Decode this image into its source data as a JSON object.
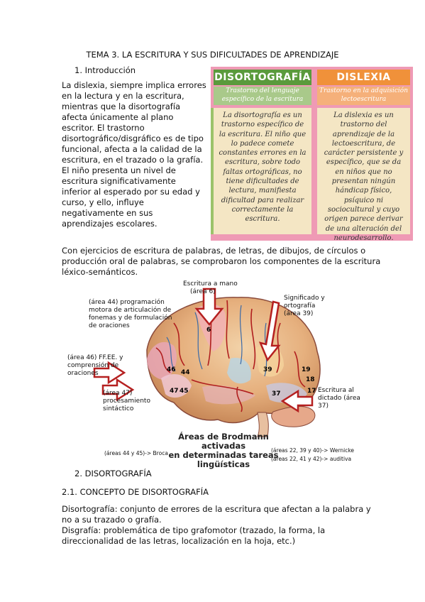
{
  "title": "TEMA 3. LA ESCRITURA Y SUS DIFICULTADES DE APRENDIZAJE",
  "section1": "1.  Introducción",
  "intro": "La dislexia, siempre implica errores en la lectura y en la escritura, mientras que la disortografía afecta únicamente al plano escritor. El trastorno disortográfico/disgráfico es de tipo funcional, afecta a la calidad de la escritura, en el trazado o la grafía. El niño presenta un nivel de escritura significativamente inferior al esperado por su edad y curso, y ello, influye negativamente en sus aprendizajes escolares.",
  "card": {
    "left_title": "DISORTOGRAFÍA",
    "left_sub": "Trastorno del lenguaje específico de la escritura",
    "left_body": "La disortografía es un trastorno específico de la escritura. El niño que lo padece comete constantes errores en la escritura, sobre todo faltas ortográficas, no tiene dificultades de lectura, manifiesta dificultad para realizar correctamente la escritura.",
    "right_title": "DISLEXIA",
    "right_sub": "Trastorno en la adquisición lectoescritura",
    "right_body": "La dislexia es un trastorno del aprendizaje de la lectoescritura, de carácter persistente y específico, que se da en niños que no presentan ningún hándicap físico, psíquico ni sociocultural y cuyo origen parece derivar de una alteración del neurodesarrollo.",
    "colors": {
      "left_head": "#5a9a3c",
      "right_head": "#f0913a",
      "background": "#ef9ab5",
      "body": "#f4e6c4"
    }
  },
  "para2": "Con ejercicios de escritura de palabras, de letras, de dibujos, de círculos o producción oral de palabras, se comprobaron los componentes de la escritura léxico-semánticos.",
  "brain": {
    "label_top": "Escritura a mano",
    "label_top2": "(área 6)",
    "label_44": "(área 44) programación motora de articulación de fonemas y de formulación de oraciones",
    "label_46": "(área 46) FF.EE. y comprensión de oraciones",
    "label_47": "(área 47) procesamiento sintáctico",
    "label_39": "Significado y ortografía (área 39)",
    "label_37": "Escritura al dictado (área 37)",
    "caption1": "Áreas de Brodmann  activadas",
    "caption2": "en determinadas tareas",
    "caption3": "lingüísticas",
    "note_left": "(áreas 44 y 45)-> Broca",
    "note_right1": "(áreas 22, 39 y 40)-> Wernicke",
    "note_right2": "(áreas 22, 41 y 42)-> auditiva",
    "n6": "6",
    "n44": "44",
    "n46": "46",
    "n47": "47",
    "n45": "45",
    "n39": "39",
    "n37": "37",
    "n17": "17",
    "n18": "18",
    "n19": "19"
  },
  "section2": "2.  DISORTOGRAFÍA",
  "section21": "2.1. CONCEPTO DE DISORTOGRAFÍA",
  "def1": "Disortografía: conjunto de errores de la escritura que afectan a la palabra y no a su trazado o grafía.",
  "def2": "Disgrafía: problemática de tipo grafomotor (trazado, la forma, la direccionalidad de las letras, localización en la hoja, etc.)"
}
